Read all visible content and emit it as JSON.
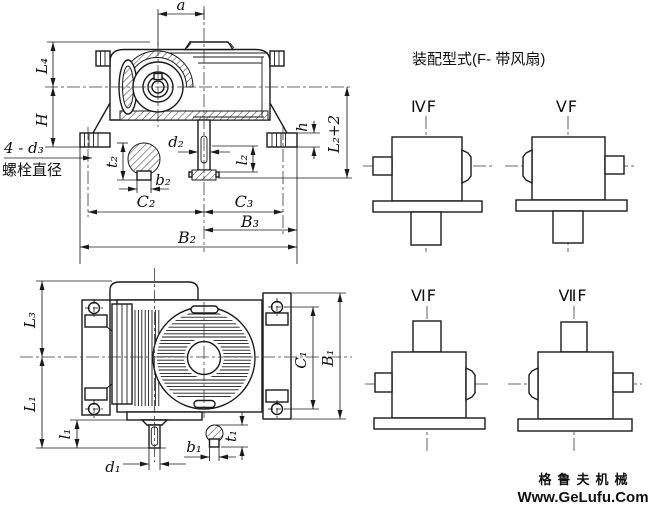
{
  "front_view": {
    "labels": {
      "a": "a",
      "L4": "L₄",
      "H": "H",
      "bolt_callout": "4 - d₃",
      "bolt_caption": "螺栓直径",
      "t2": "t₂",
      "b2": "b₂",
      "d2": "d₂",
      "l2": "l₂",
      "h": "h",
      "L2p2": "L₂+2",
      "C2": "C₂",
      "C3": "C₃",
      "B3": "B₃",
      "B2": "B₂"
    }
  },
  "plan_view": {
    "labels": {
      "L3": "L₃",
      "L1": "L₁",
      "l1": "l₁",
      "d1": "d₁",
      "b1": "b₁",
      "t1": "t₁",
      "C1": "C₁",
      "B1": "B₁"
    }
  },
  "assembly": {
    "heading": "装配型式(F- 带风扇)",
    "variants": [
      {
        "label": "ⅣF"
      },
      {
        "label": "ⅤF"
      },
      {
        "label": "ⅥF"
      },
      {
        "label": "ⅦF"
      }
    ]
  },
  "watermark": {
    "brand": "格鲁夫机械",
    "url": "Www.GeLufu.Com",
    "brand_color": "#f2a6a6",
    "url_color": "#ee8d8d"
  },
  "colors": {
    "ink": "#1a1a1a",
    "background": "#ffffff"
  }
}
